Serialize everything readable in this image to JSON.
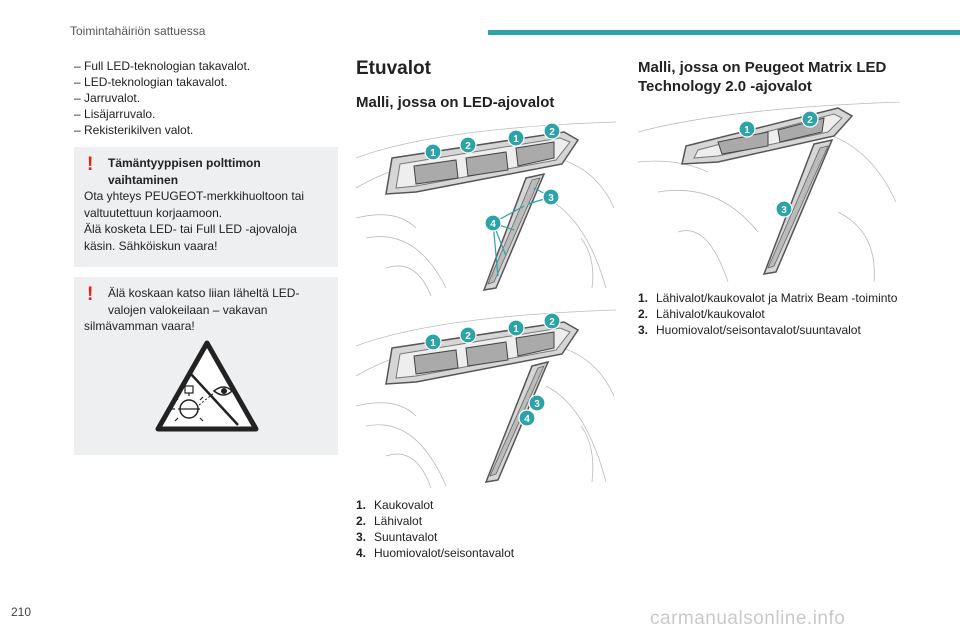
{
  "header": {
    "title": "Toimintahäiriön sattuessa",
    "accent_color": "#2ba3a8"
  },
  "rear_lights": [
    "Full LED-teknologian takavalot.",
    "LED-teknologian takavalot.",
    "Jarruvalot.",
    "Lisäjarruvalo.",
    "Rekisterikilven valot."
  ],
  "warning1": {
    "mark": "!",
    "title": "Tämäntyyppisen polttimon vaihtaminen",
    "line1": "Ota yhteys PEUGEOT-merkkihuoltoon tai valtuutettuun korjaamoon.",
    "line2": "Älä kosketa LED- tai Full LED -ajovaloja käsin. Sähköiskun vaara!"
  },
  "warning2": {
    "mark": "!",
    "text_first": "Älä koskaan katso liian läheltä LED-valojen valokeilaan – vakavan",
    "text_rest": "silmävamman vaara!",
    "icon": "no-looking-at-light-warning-icon"
  },
  "front": {
    "title": "Etuvalot",
    "subtitle": "Malli, jossa on LED-ajovalot",
    "fig1_numbers": [
      "1",
      "2",
      "1",
      "2",
      "3",
      "4"
    ],
    "fig2_numbers": [
      "1",
      "2",
      "1",
      "2",
      "3",
      "4"
    ],
    "legend": [
      {
        "num": "1.",
        "text": "Kaukovalot"
      },
      {
        "num": "2.",
        "text": "Lähivalot"
      },
      {
        "num": "3.",
        "text": "Suuntavalot"
      },
      {
        "num": "4.",
        "text": "Huomiovalot/seisontavalot"
      }
    ]
  },
  "matrix": {
    "title": "Malli, jossa on Peugeot Matrix LED Technology 2.0 -ajovalot",
    "fig_numbers": [
      "1",
      "2",
      "3"
    ],
    "legend": [
      {
        "num": "1.",
        "text": "Lähivalot/kaukovalot ja Matrix Beam -toiminto"
      },
      {
        "num": "2.",
        "text": "Lähivalot/kaukovalot"
      },
      {
        "num": "3.",
        "text": "Huomiovalot/seisontavalot/suuntavalot"
      }
    ]
  },
  "page_number": "210",
  "watermark": "carmanualsonline.info"
}
